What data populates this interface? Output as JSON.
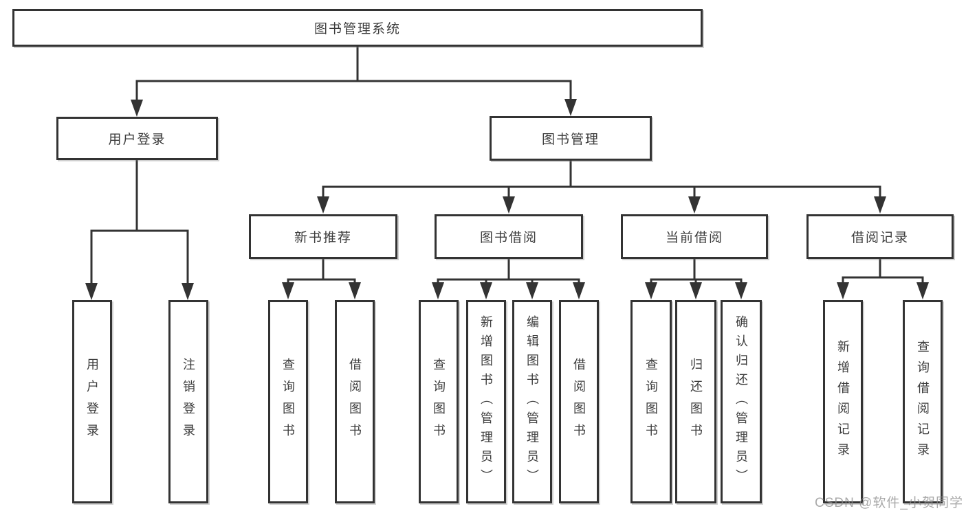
{
  "diagram": {
    "title_node": {
      "label": "图书管理系统"
    },
    "level2": [
      {
        "label": "用户登录"
      },
      {
        "label": "图书管理"
      }
    ],
    "level3": [
      {
        "label": "新书推荐"
      },
      {
        "label": "图书借阅"
      },
      {
        "label": "当前借阅"
      },
      {
        "label": "借阅记录"
      }
    ],
    "leaves": [
      {
        "label": "用户登录"
      },
      {
        "label": "注销登录"
      },
      {
        "label": "查询图书"
      },
      {
        "label": "借阅图书"
      },
      {
        "label": "查询图书"
      },
      {
        "label": "新增图书（管理员）"
      },
      {
        "label": "编辑图书（管理员）"
      },
      {
        "label": "借阅图书"
      },
      {
        "label": "查询图书"
      },
      {
        "label": "归还图书"
      },
      {
        "label": "确认归还（管理员）"
      },
      {
        "label": "新增借阅记录"
      },
      {
        "label": "查询借阅记录"
      }
    ]
  },
  "watermark": {
    "text": "CSDN @软件_小贺同学"
  },
  "colors": {
    "line": "#333333",
    "text": "#3c3c3c",
    "background": "#ffffff",
    "watermark": "#8c8c8c"
  }
}
